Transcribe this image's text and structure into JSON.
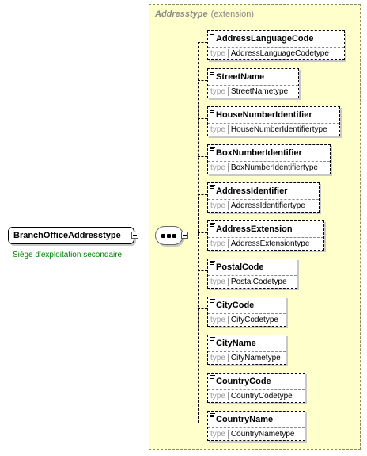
{
  "root": {
    "name": "BranchOfficeAddresstype",
    "annotation": "Siège d'exploitation secondaire"
  },
  "group": {
    "name": "Addresstype",
    "kind": "(extension)"
  },
  "type_label": "type",
  "elements": [
    {
      "name": "AddressLanguageCode",
      "type": "AddressLanguageCodetype"
    },
    {
      "name": "StreetName",
      "type": "StreetNametype"
    },
    {
      "name": "HouseNumberIdentifier",
      "type": "HouseNumberIdentifiertype"
    },
    {
      "name": "BoxNumberIdentifier",
      "type": "BoxNumberIdentifiertype"
    },
    {
      "name": "AddressIdentifier",
      "type": "AddressIdentifiertype"
    },
    {
      "name": "AddressExtension",
      "type": "AddressExtensiontype"
    },
    {
      "name": "PostalCode",
      "type": "PostalCodetype"
    },
    {
      "name": "CityCode",
      "type": "CityCodetype"
    },
    {
      "name": "CityName",
      "type": "CityNametype"
    },
    {
      "name": "CountryCode",
      "type": "CountryCodetype"
    },
    {
      "name": "CountryName",
      "type": "CountryNametype"
    }
  ]
}
